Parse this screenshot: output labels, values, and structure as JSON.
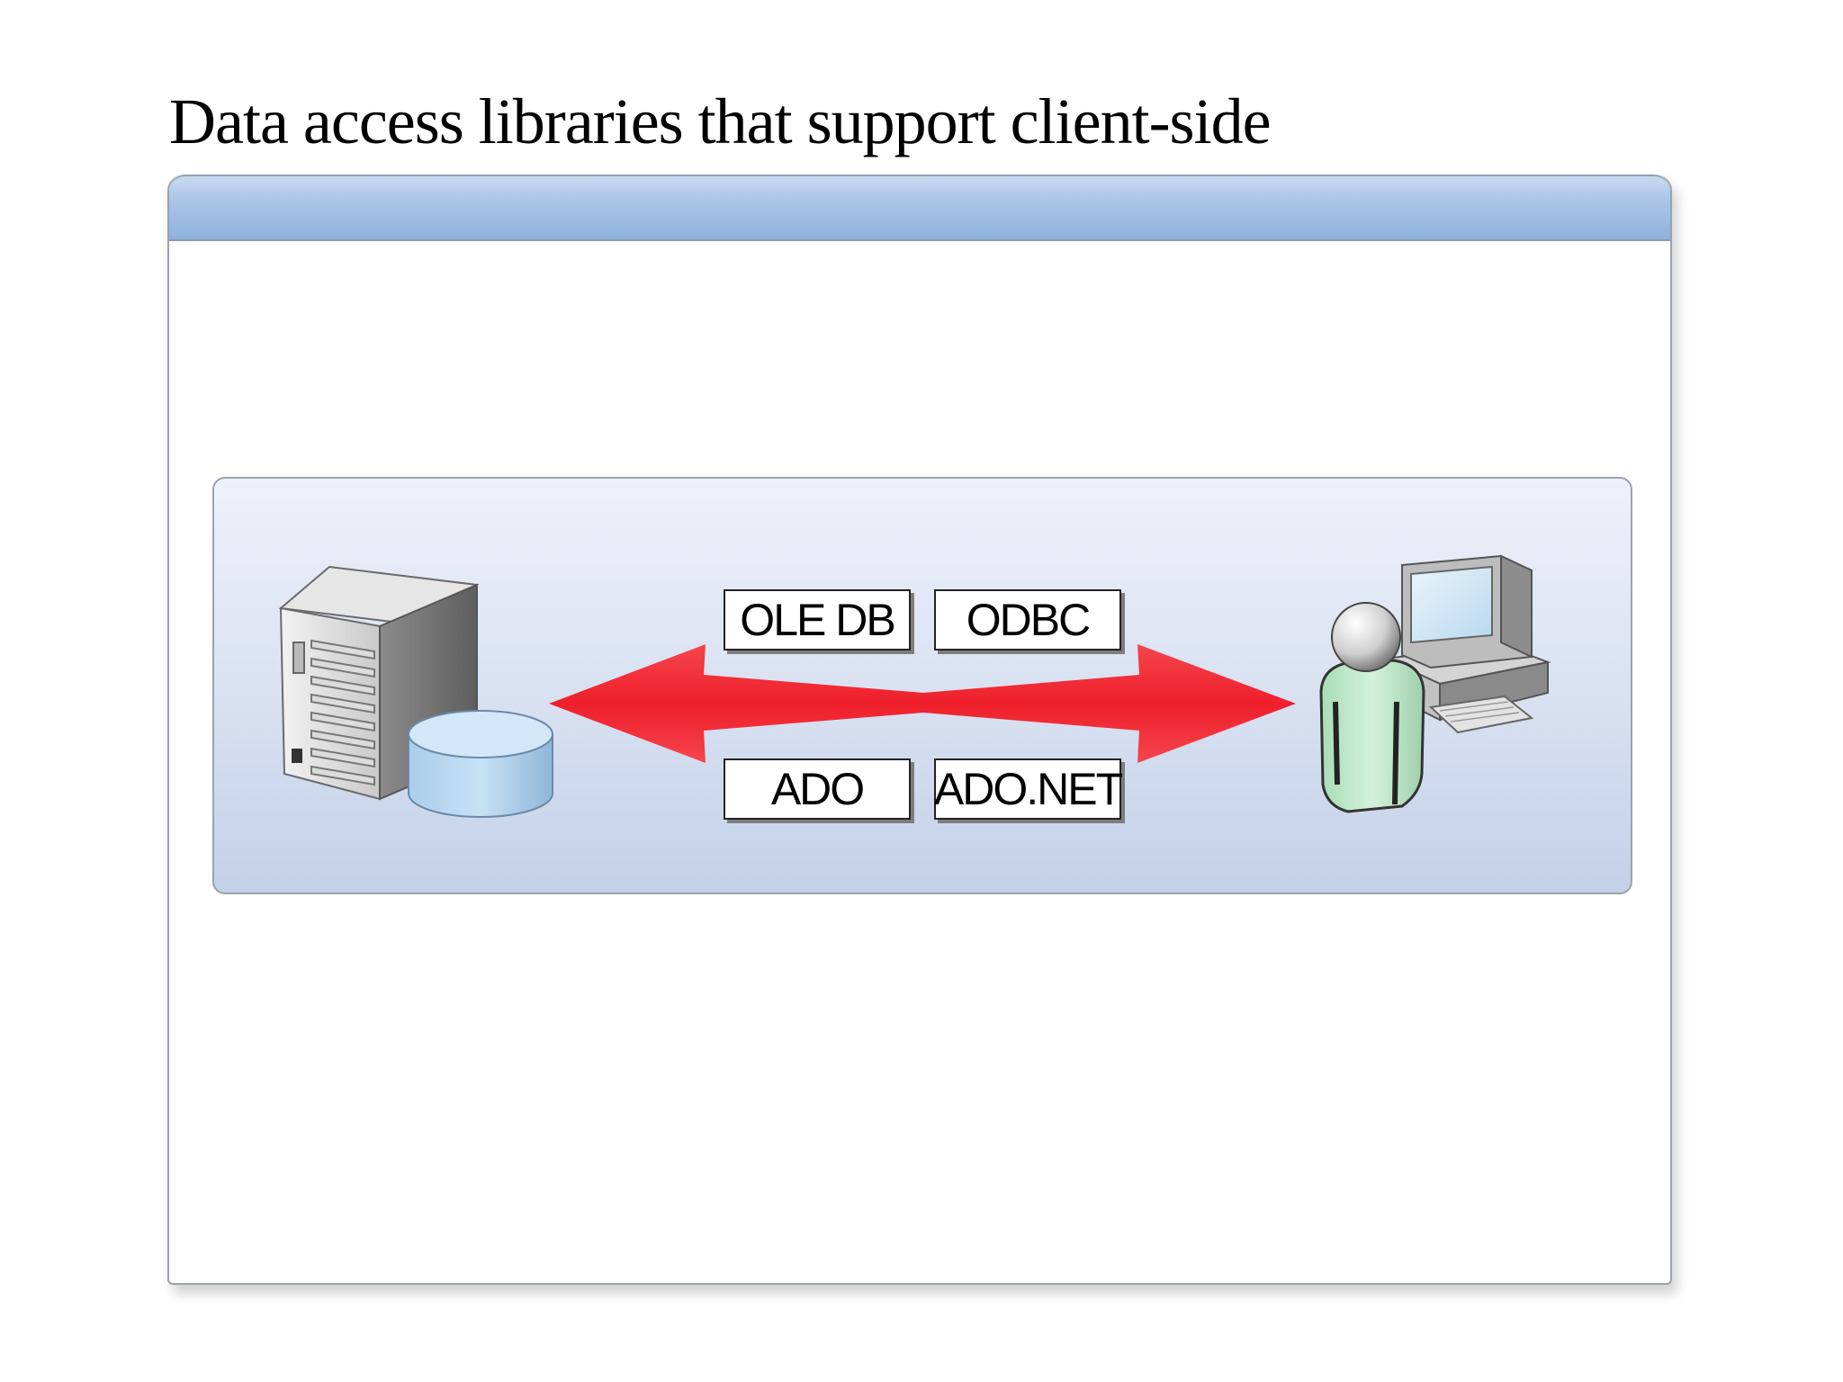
{
  "slide": {
    "title": "Data access libraries that support client-side"
  },
  "diagram": {
    "libraries": {
      "top_left": "OLE DB",
      "top_right": "ODBC",
      "bottom_left": "ADO",
      "bottom_right": "ADO.NET"
    },
    "icons": {
      "server": "server-with-database-icon",
      "client": "user-at-workstation-icon",
      "arrow": "double-headed-arrow-icon"
    },
    "colors": {
      "arrow": "#f0303a",
      "database": "#b9daf3",
      "person": "#c9ecd2"
    }
  }
}
